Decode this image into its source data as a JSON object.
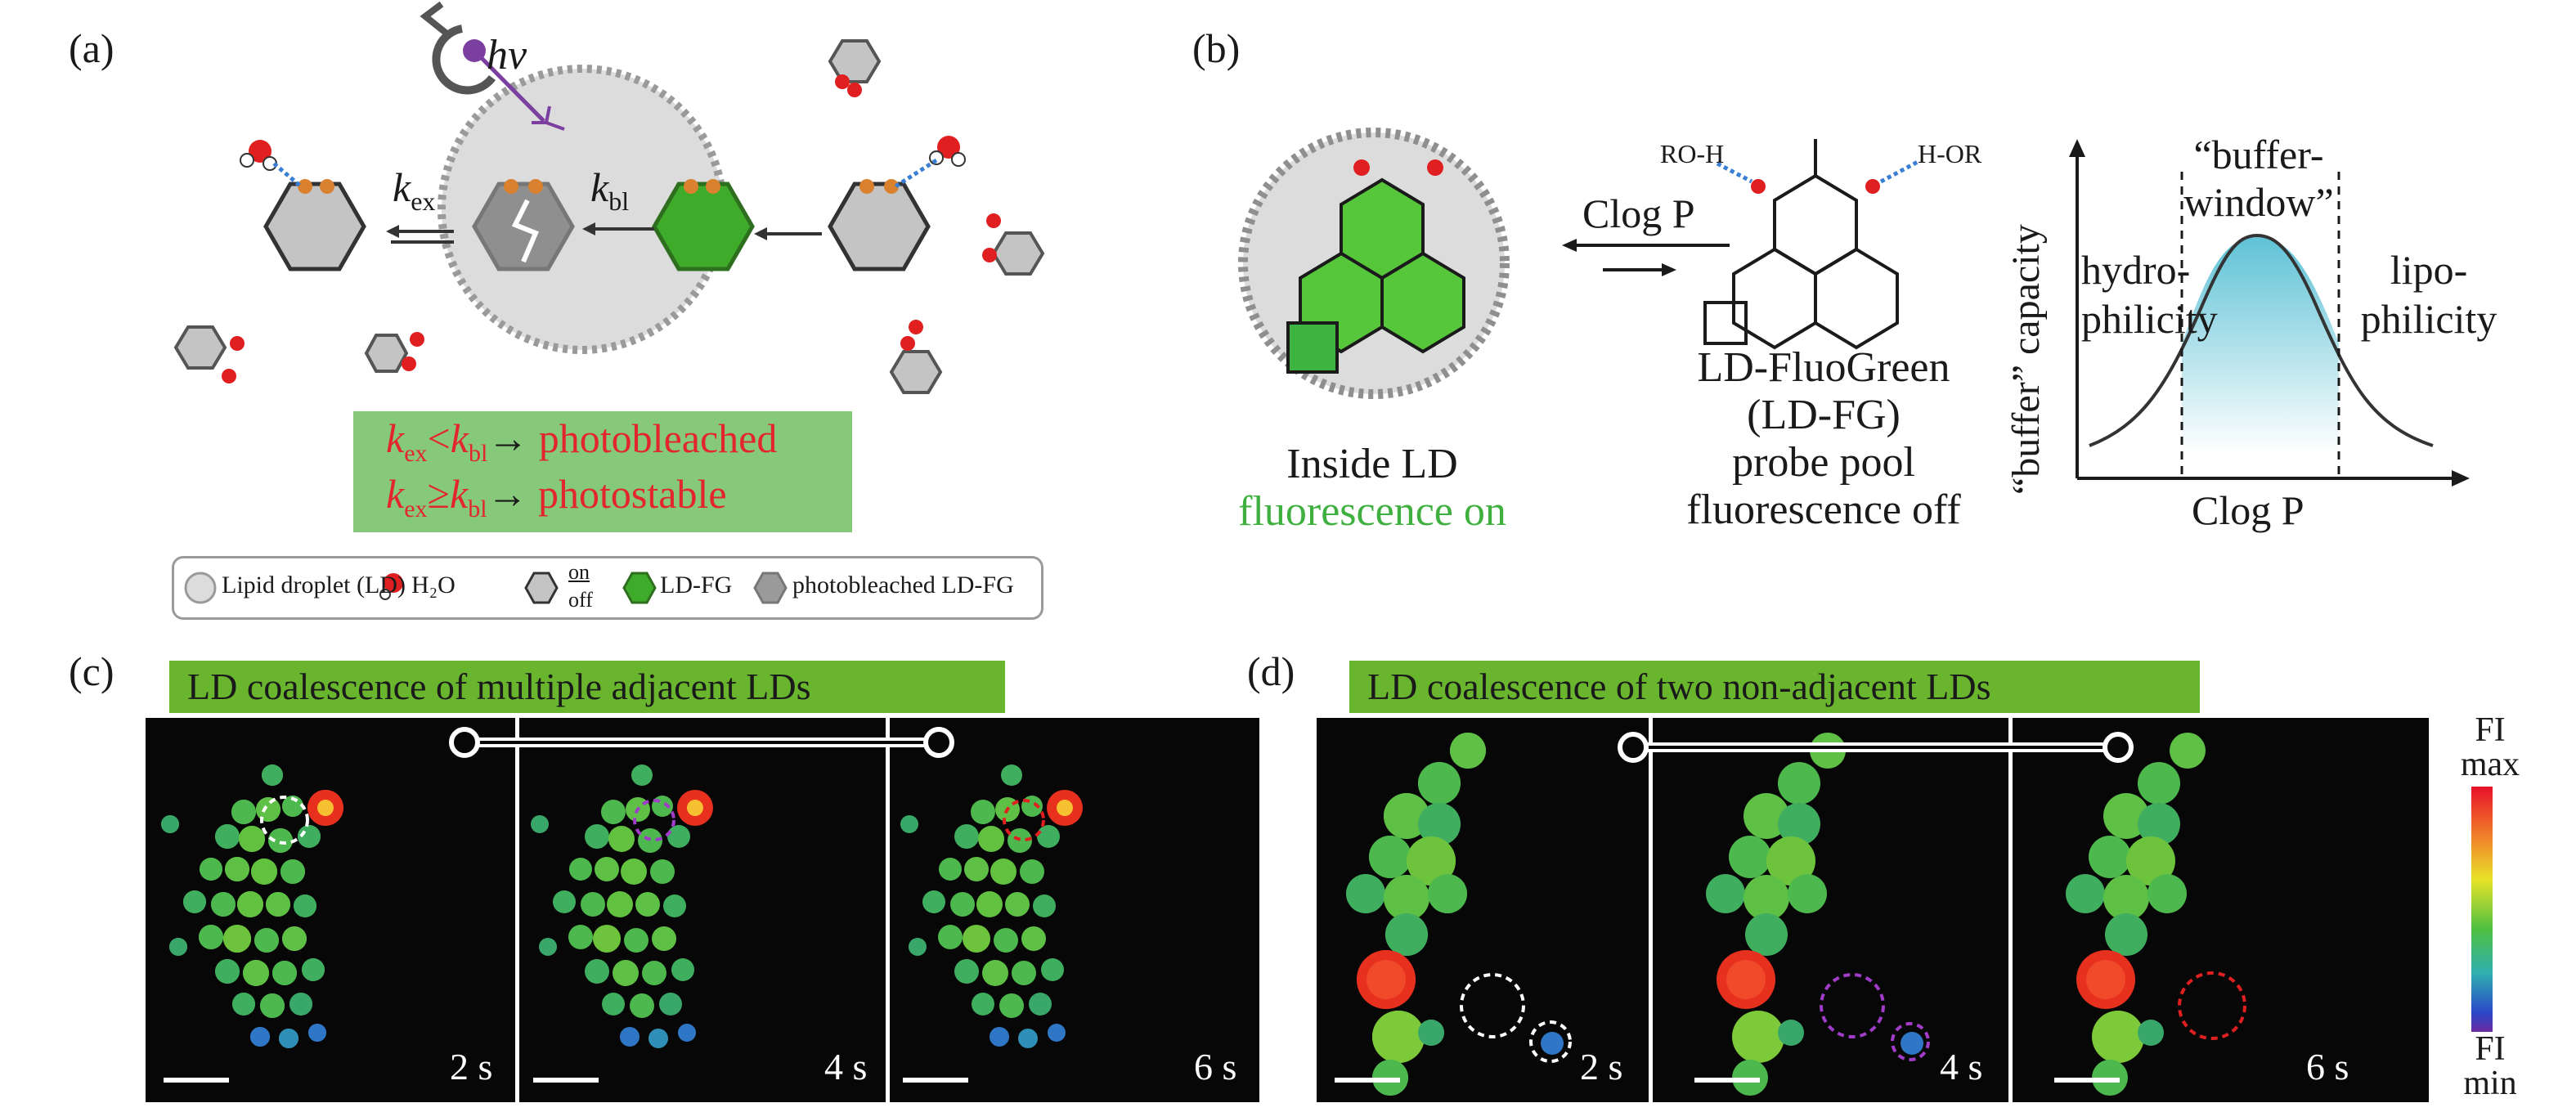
{
  "panels": {
    "a": {
      "label": "(a)",
      "hv": "hv",
      "k_ex": "k",
      "k_ex_sub": "ex",
      "k_bl": "k",
      "k_bl_sub": "bl",
      "cond1": {
        "k1": "k",
        "s1": "ex",
        "rel": "<",
        "k2": "k",
        "s2": "bl",
        "arrow": "→",
        "result": "photobleached"
      },
      "cond2": {
        "k1": "k",
        "s1": "ex",
        "rel": "≥",
        "k2": "k",
        "s2": "bl",
        "arrow": "→",
        "result": "photostable"
      },
      "legend": {
        "ld": "Lipid droplet (LD)",
        "h2o": "H₂O",
        "on": "on",
        "off": "off",
        "ldfg": "LD-FG",
        "bleached": "photobleached LD-FG"
      }
    },
    "b": {
      "label": "(b)",
      "inside_ld": "Inside LD",
      "fluor_on": "fluorescence on",
      "clogp_arrow": "Clog P",
      "roh": "RO-H",
      "hor": "H-OR",
      "probe_name": "LD-FluoGreen",
      "probe_abbr": "(LD-FG)",
      "probe_pool": "probe pool",
      "fluor_off": "fluorescence off",
      "graph": {
        "ylabel": "“buffer” capacity",
        "xlabel": "Clog P",
        "window_l1": "“buffer-",
        "window_l2": "window”",
        "hydro_l1": "hydro-",
        "hydro_l2": "philicity",
        "lipo_l1": "lipo-",
        "lipo_l2": "philicity"
      }
    },
    "c": {
      "label": "(c)",
      "banner": "LD coalescence of multiple adjacent LDs",
      "times": [
        "2 s",
        "4 s",
        "6 s"
      ]
    },
    "d": {
      "label": "(d)",
      "banner": "LD coalescence of two non-adjacent LDs",
      "times": [
        "2 s",
        "4 s",
        "6 s"
      ],
      "colorbar_top1": "FI",
      "colorbar_top2": "max",
      "colorbar_bot1": "FI",
      "colorbar_bot2": "min"
    }
  },
  "colors": {
    "banner_green": "#6ab52e",
    "condition_box": "#86c97a",
    "red_text": "#e3262b",
    "fluor_green": "#3fb03f",
    "image_bg": "#070707"
  }
}
